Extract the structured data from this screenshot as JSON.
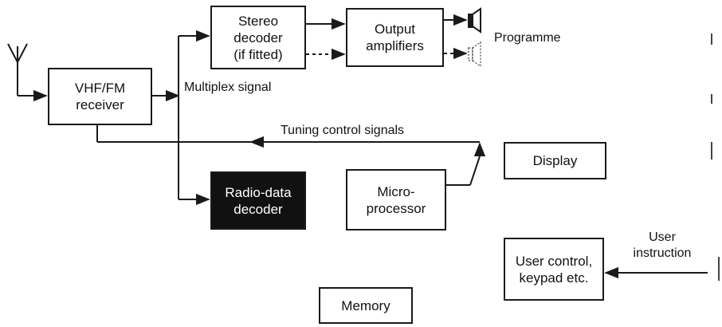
{
  "blocks": {
    "receiver": "VHF/FM\nreceiver",
    "stereo_decoder": "Stereo\ndecoder\n(if fitted)",
    "output_amplifiers": "Output\namplifiers",
    "radio_data_decoder": "Radio-data\ndecoder",
    "microprocessor": "Micro-\nprocessor",
    "display": "Display",
    "user_control": "User control,\nkeypad etc.",
    "memory": "Memory"
  },
  "labels": {
    "multiplex_signal": "Multiplex signal",
    "programme": "Programme",
    "tuning_control": "Tuning control signals",
    "user_instruction": "User\ninstruction"
  },
  "colors": {
    "line": "#1a1a1a",
    "dark_block": "#111111"
  }
}
